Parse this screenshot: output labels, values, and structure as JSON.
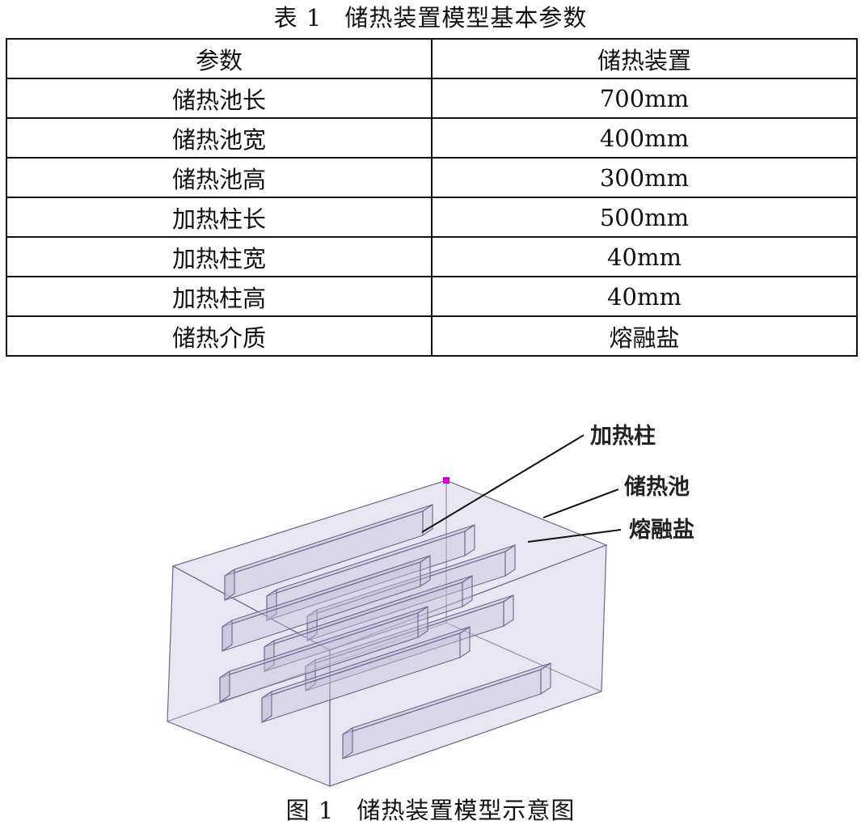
{
  "table": {
    "caption_number": "表 1",
    "caption_title": "储热装置模型基本参数",
    "headers": [
      "参数",
      "储热装置"
    ],
    "rows": [
      [
        "储热池长",
        "700mm"
      ],
      [
        "储热池宽",
        "400mm"
      ],
      [
        "储热池高",
        "300mm"
      ],
      [
        "加热柱长",
        "500mm"
      ],
      [
        "加热柱宽",
        "40mm"
      ],
      [
        "加热柱高",
        "40mm"
      ],
      [
        "储热介质",
        "熔融盐"
      ]
    ]
  },
  "figure": {
    "labels": {
      "heating_column": "加热柱",
      "storage_pool": "储热池",
      "molten_salt": "熔融盐"
    },
    "colors": {
      "box_fill": "#d6d3e6",
      "bar_fill": "#c5c2dc",
      "edge": "#6a6690",
      "marker": "#d400d4"
    },
    "caption_number": "图 1",
    "caption_title": "储热装置模型示意图"
  }
}
